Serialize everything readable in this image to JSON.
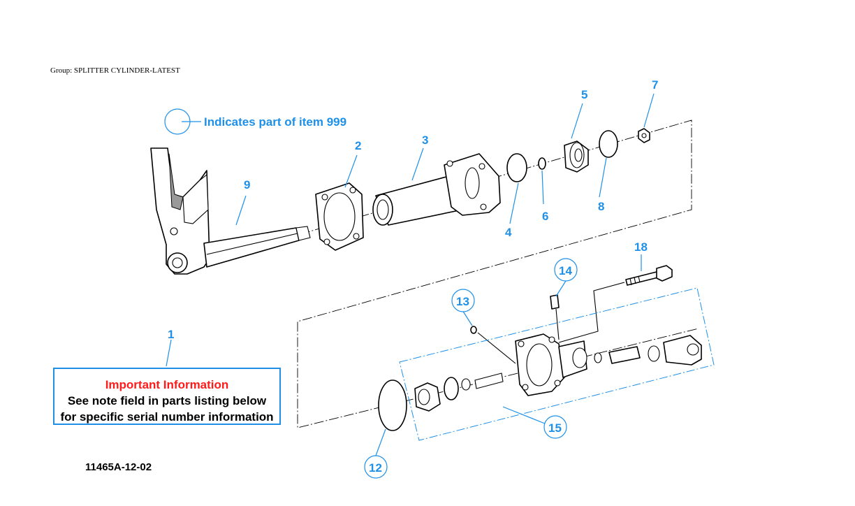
{
  "group_title": "Group: SPLITTER CYLINDER-LATEST",
  "legend": {
    "text": "Indicates part of item 999"
  },
  "callouts": [
    {
      "id": "1",
      "label": "1",
      "circled": false
    },
    {
      "id": "2",
      "label": "2",
      "circled": false
    },
    {
      "id": "3",
      "label": "3",
      "circled": false
    },
    {
      "id": "4",
      "label": "4",
      "circled": false
    },
    {
      "id": "5",
      "label": "5",
      "circled": false
    },
    {
      "id": "6",
      "label": "6",
      "circled": false
    },
    {
      "id": "7",
      "label": "7",
      "circled": false
    },
    {
      "id": "8",
      "label": "8",
      "circled": false
    },
    {
      "id": "9",
      "label": "9",
      "circled": false
    },
    {
      "id": "12",
      "label": "12",
      "circled": true
    },
    {
      "id": "13",
      "label": "13",
      "circled": true
    },
    {
      "id": "14",
      "label": "14",
      "circled": true
    },
    {
      "id": "15",
      "label": "15",
      "circled": true
    },
    {
      "id": "18",
      "label": "18",
      "circled": false
    }
  ],
  "info_box": {
    "title": "Important Information",
    "line1": "See note field in parts listing below",
    "line2": "for specific serial number information"
  },
  "drawing_number": "11465A-12-02",
  "colors": {
    "callout": "#1e90e8",
    "important": "#ff1a1a",
    "line_art": "#000000"
  }
}
